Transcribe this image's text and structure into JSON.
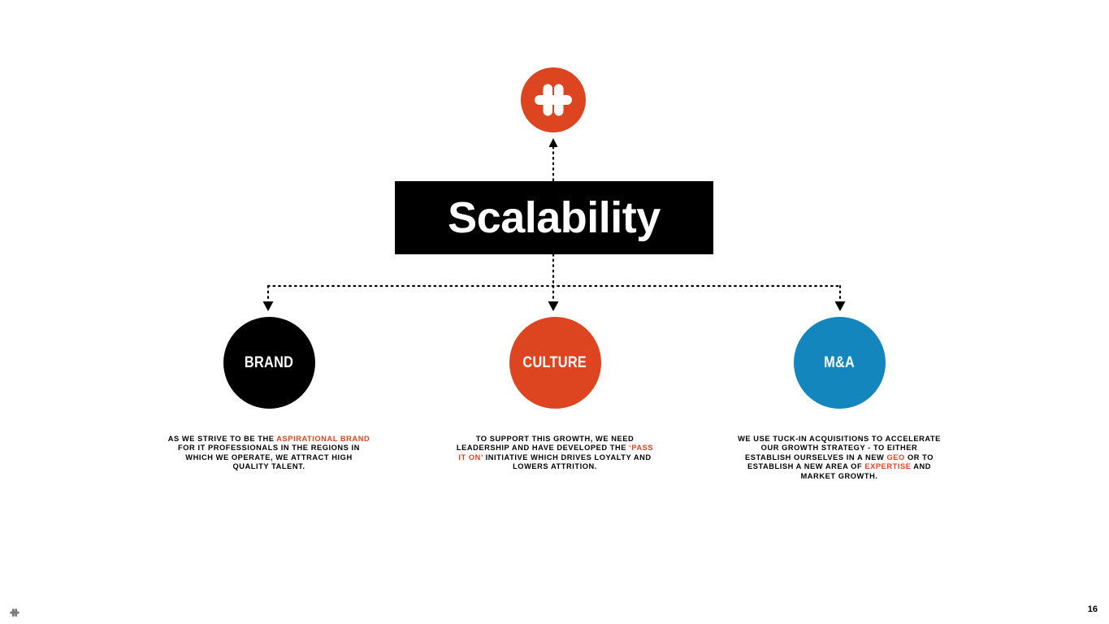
{
  "slide": {
    "background_color": "#FFFFFF",
    "page_number": "16"
  },
  "brand": {
    "logo_icon": "flower-cluster-logo-icon",
    "logo_background_color": "#DC4520",
    "footer_logo_icon": "flower-cluster-logo-icon",
    "footer_logo_color": "#7A7A7A"
  },
  "header": {
    "title": "Scalability",
    "banner_background_color": "#000000",
    "title_color": "#FFFFFF"
  },
  "connectors": {
    "style": "dotted",
    "color": "#000000",
    "up_arrow_to_logo": true,
    "down_arrows": 3
  },
  "pillars": [
    {
      "key": "brand",
      "label": "BRAND",
      "circle_color": "#000000",
      "label_color": "#FFFFFF",
      "description_parts": [
        {
          "text": "AS WE STRIVE TO BE THE ",
          "highlight": false
        },
        {
          "text": "ASPIRATIONAL BRAND",
          "highlight": true
        },
        {
          "text": " FOR IT PROFESSIONALS IN THE REGIONS IN WHICH WE OPERATE, WE ATTRACT HIGH QUALITY TALENT.",
          "highlight": false
        }
      ]
    },
    {
      "key": "culture",
      "label": "CULTURE",
      "circle_color": "#DC4520",
      "label_color": "#FFFFFF",
      "description_parts": [
        {
          "text": "TO SUPPORT THIS GROWTH, WE NEED LEADERSHIP AND HAVE DEVELOPED THE ",
          "highlight": false
        },
        {
          "text": "‘PASS IT ON’",
          "highlight": true
        },
        {
          "text": " INITIATIVE WHICH DRIVES LOYALTY AND LOWERS ATTRITION.",
          "highlight": false
        }
      ]
    },
    {
      "key": "ma",
      "label": "M&A",
      "circle_color": "#1387BD",
      "label_color": "#FFFFFF",
      "description_parts": [
        {
          "text": "WE USE TUCK-IN ACQUISITIONS TO ACCELERATE OUR GROWTH STRATEGY - TO EITHER ESTABLISH OURSELVES IN A NEW ",
          "highlight": false
        },
        {
          "text": "GEO",
          "highlight": true
        },
        {
          "text": " OR TO ESTABLISH A NEW AREA OF ",
          "highlight": false
        },
        {
          "text": "EXPERTISE",
          "highlight": true
        },
        {
          "text": " AND MARKET GROWTH.",
          "highlight": false
        }
      ]
    }
  ],
  "colors": {
    "accent_orange": "#DC4520",
    "accent_blue": "#1387BD",
    "black": "#000000",
    "white": "#FFFFFF"
  }
}
